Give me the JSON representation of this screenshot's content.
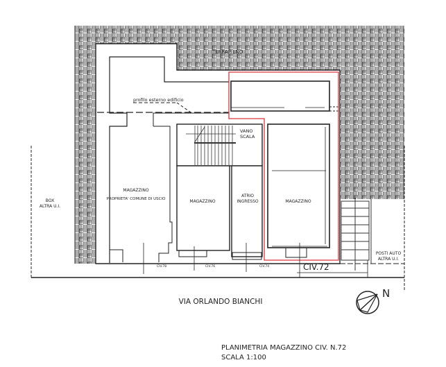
{
  "plan": {
    "labels": {
      "terrapieno": "TERRAPIENO",
      "profilo": "profilo esterno edificio",
      "vano_scala_1": "VANO",
      "vano_scala_2": "SCALA",
      "magazzino_comune": "MAGAZZINO",
      "proprieta_comune": "PROPRIETA' COMUNE DI USCIO",
      "magazzino_2": "MAGAZZINO",
      "atrio_1": "ATRIO",
      "atrio_2": "INGRESSO",
      "magazzino_72": "MAGAZZINO",
      "box_1": "BOX",
      "box_2": "ALTRA U.I.",
      "posti_1": "POSTI AUTO",
      "posti_2": "ALTRA U.I.",
      "civ78": "CIV.78",
      "civ76": "CIV.76",
      "civ74": "CIV.74",
      "civ72": "CIV.72"
    },
    "street": "VIA ORLANDO BIANCHI",
    "north": "N",
    "title_1": "PLANIMETRIA MAGAZZINO CIV. N.72",
    "title_2": "SCALA 1:100",
    "colors": {
      "highlight": "#d9363e",
      "lines": "#222222",
      "hatch": "#333333"
    }
  }
}
